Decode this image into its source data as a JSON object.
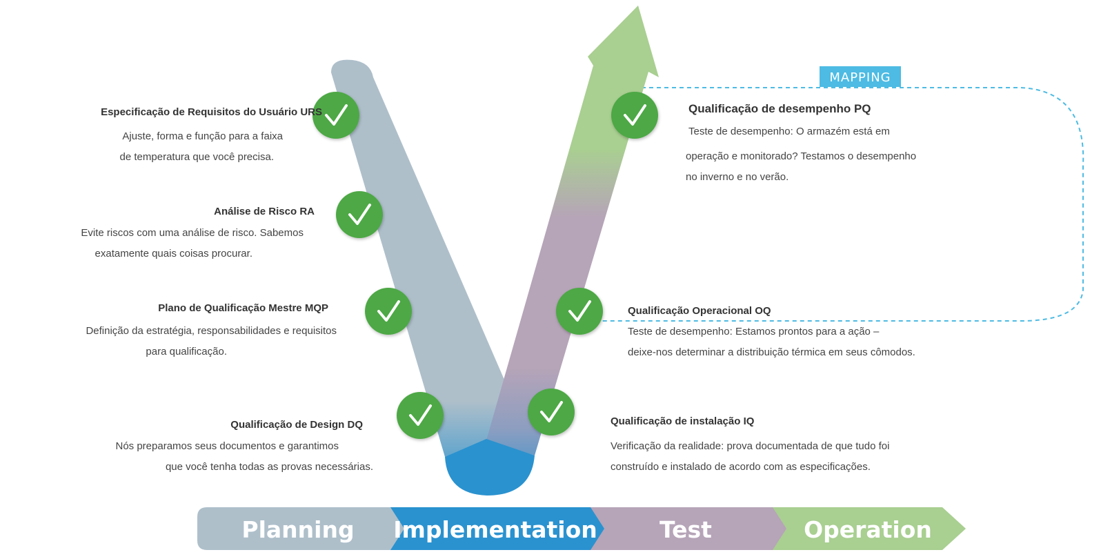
{
  "mapping_label": "MAPPING",
  "colors": {
    "planning": "#aebfca",
    "implementation": "#2a92cf",
    "test": "#b6a4b8",
    "operation": "#a9cf91",
    "check": "#4da844",
    "mapping": "#4dbbe3"
  },
  "left_steps": [
    {
      "title": "Especificação de Requisitos do Usuário URS",
      "lines": [
        "Ajuste, forma e função para a faixa",
        "de temperatura que você precisa."
      ]
    },
    {
      "title": "Análise de Risco RA",
      "lines": [
        "Evite riscos com uma análise de risco. Sabemos",
        "exatamente quais coisas procurar."
      ]
    },
    {
      "title": "Plano de Qualificação Mestre MQP",
      "lines": [
        "Definição da estratégia, responsabilidades e requisitos",
        "para qualificação."
      ]
    },
    {
      "title": "Qualificação de Design DQ",
      "lines": [
        "Nós preparamos seus documentos e garantimos",
        "que você tenha todas as provas necessárias."
      ]
    }
  ],
  "right_steps": [
    {
      "title": "Qualificação de desempenho PQ",
      "lines": [
        "Teste de desempenho: O armazém está em",
        "operação e monitorado? Testamos o desempenho",
        "no inverno e no verão."
      ]
    },
    {
      "title": "Qualificação Operacional OQ",
      "lines": [
        "Teste de desempenho: Estamos prontos para a ação –",
        "deixe-nos determinar a distribuição térmica em seus cômodos."
      ]
    },
    {
      "title": "Qualificação de instalação IQ",
      "lines": [
        "Verificação da realidade: prova documentada de que tudo foi",
        "construído e instalado de acordo com as especificações."
      ]
    }
  ],
  "phases": [
    "Planning",
    "Implementation",
    "Test",
    "Operation"
  ]
}
